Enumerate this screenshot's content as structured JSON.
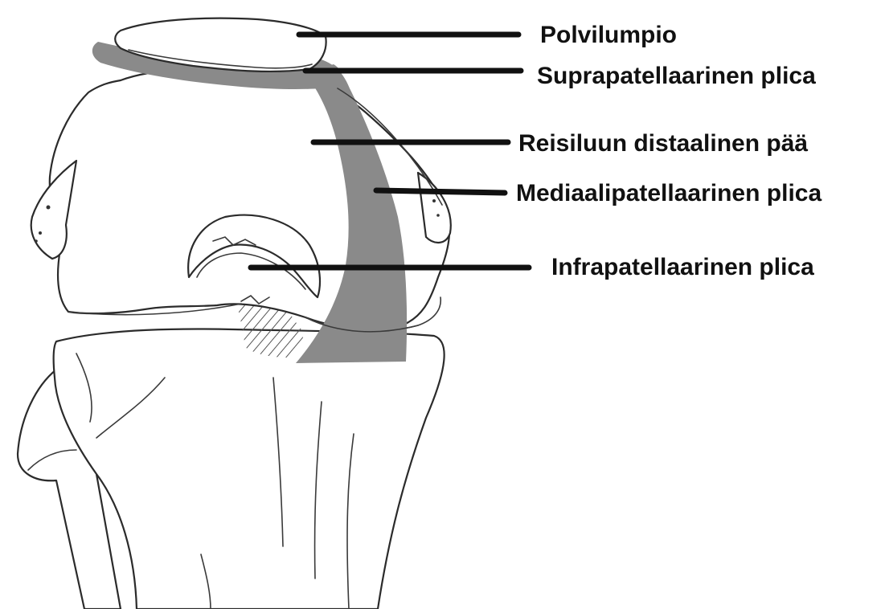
{
  "labels": {
    "patella": "Polvilumpio",
    "suprapatellar_plica": "Suprapatellaarinen plica",
    "distal_femur": "Reisiluun distaalinen pää",
    "mediopatellar_plica": "Mediaalipatellaarinen plica",
    "infrapatellar_plica": "Infrapatellaarinen plica"
  },
  "colors": {
    "plica_fill": "#8a8a8a",
    "outline": "#2b2b2b",
    "leader_line": "#111111",
    "hatch": "#555555"
  }
}
